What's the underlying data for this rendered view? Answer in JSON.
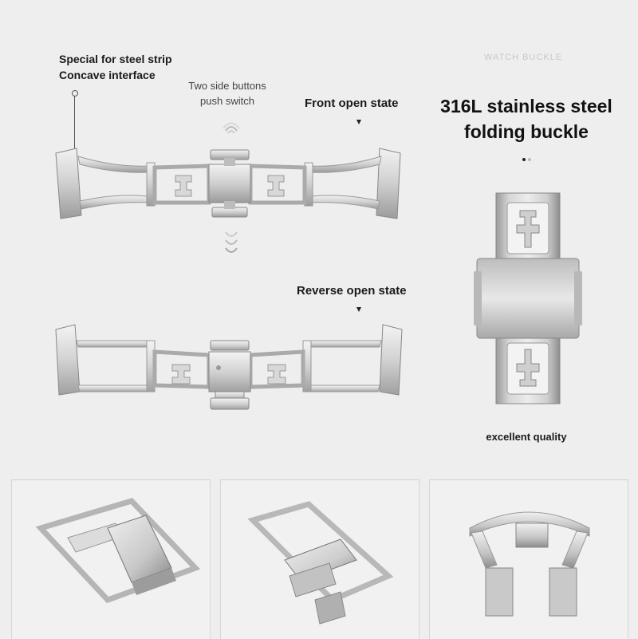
{
  "labels": {
    "brand_tag": "WATCH BUCKLE",
    "special_line1": "Special for steel strip",
    "special_line2": "Concave interface",
    "buttons_line1": "Two side buttons",
    "buttons_line2": "push switch",
    "front_open": "Front open state",
    "reverse_open": "Reverse open state",
    "title_line1": "316L stainless steel",
    "title_line2": "folding buckle",
    "quality": "excellent quality"
  },
  "colors": {
    "background": "#eeeeee",
    "steel_light": "#e6e6e6",
    "steel_mid": "#c4c4c4",
    "steel_dark": "#8e8e8e",
    "text": "#1a1a1a"
  },
  "carousel": {
    "pages": 2,
    "active_page": 1
  }
}
